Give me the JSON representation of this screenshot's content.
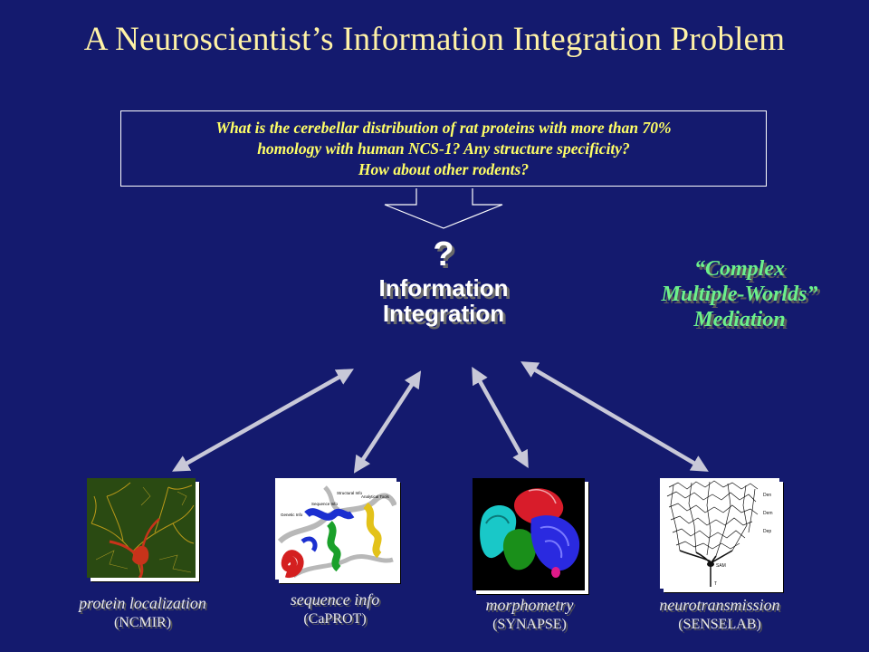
{
  "slide": {
    "title": "A Neuroscientist’s Information Integration Problem"
  },
  "query": {
    "line1": "What is the cerebellar distribution of rat proteins with more than 70%",
    "line2": "homology with human NCS-1? Any structure specificity?",
    "line3": "How about other rodents?"
  },
  "hub": {
    "symbol": "?",
    "line1": "Information",
    "line2": "Integration"
  },
  "mediation": {
    "line1": "“Complex",
    "line2": "Multiple-Worlds”",
    "line3": "Mediation"
  },
  "sources": [
    {
      "label": "protein localization",
      "source": "(NCMIR)",
      "icon": "neuron-fluorescence-image"
    },
    {
      "label": "sequence info",
      "source": "(CaPROT)",
      "icon": "protein-ribbon-structure-image"
    },
    {
      "label": "morphometry",
      "source": "(SYNAPSE)",
      "icon": "3d-reconstruction-image"
    },
    {
      "label": "neurotransmission",
      "source": "(SENSELAB)",
      "icon": "neuron-drawing-image"
    }
  ],
  "image_text": {
    "protein_labels": [
      "Structural Info",
      "Sequence Info",
      "Genetic Info",
      "Analytical Tools"
    ],
    "layer_labels": [
      "Den",
      "Dem",
      "Dep",
      "SAM",
      "T"
    ]
  },
  "colors": {
    "background": "#141a6e",
    "title": "#fff2a6",
    "query_text": "#ffff66",
    "mediation_text": "#6cf08a",
    "arrows": "#c8c8d8"
  }
}
